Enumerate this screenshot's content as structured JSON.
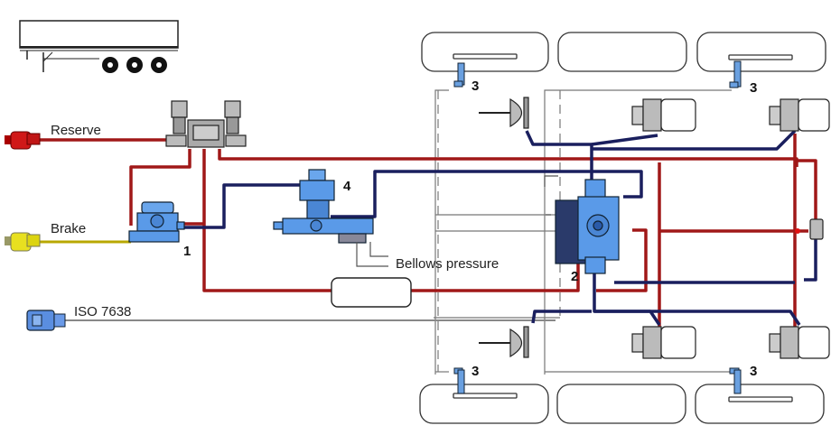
{
  "diagram": {
    "labels": {
      "reserve": "Reserve",
      "brake": "Brake",
      "iso": "ISO 7638",
      "bellows": "Bellows pressure"
    },
    "component_numbers": {
      "c1": "1",
      "c2": "2",
      "c3_top_left": "3",
      "c3_top_right": "3",
      "c3_bottom_left": "3",
      "c3_bottom_right": "3",
      "c4": "4"
    },
    "colors": {
      "reserve_line": "#a01818",
      "brake_line": "#b8a800",
      "control_line": "#1a1f5e",
      "electric_line": "#888888",
      "reserve_coupling": "#d01818",
      "brake_coupling": "#e8e020",
      "iso_connector": "#5a8ee0",
      "valve_blue": "#5a9ae8",
      "sensor_blue": "#6aa0e0"
    }
  }
}
